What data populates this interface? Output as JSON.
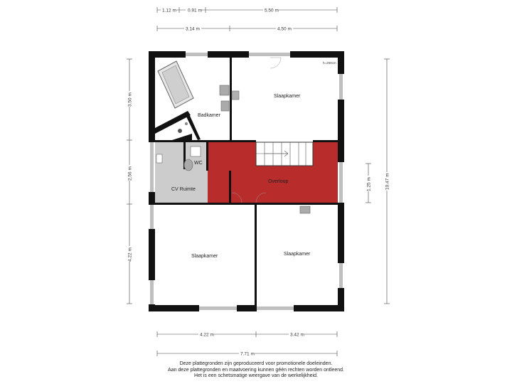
{
  "dimensions": {
    "top_row1": [
      "1.12 m",
      "0.91 m",
      "5.50 m"
    ],
    "top_row2": [
      "3.14 m",
      "4.50 m"
    ],
    "left": [
      "3.50 m",
      "2.56 m",
      "4.22 m"
    ],
    "right_inner": "1.25 m",
    "right_outer": "10.47 m",
    "bottom_row1": [
      "4.22 m",
      "3.42 m"
    ],
    "bottom_row2": "7.71 m"
  },
  "rooms": {
    "badkamer": "Badkamer",
    "slaapkamer_top": "Slaapkamer",
    "wc": "WC",
    "cv": "CV Ruimte",
    "overloop": "Overloop",
    "slaapkamer_bottom_left": "Slaapkamer",
    "slaapkamer_bottom_right": "Slaapkamer"
  },
  "ceiling_height": "h=260cm",
  "colors": {
    "overloop": "#b92c2c",
    "cv_ruimte": "#cccccc",
    "wall": "#111111",
    "window": "#bfbfbf"
  },
  "disclaimer": [
    "Deze plattegronden zijn geproduceerd voor promotionele doeleinden.",
    "Aan deze plattegronden en maatvoering kunnen géén rechten worden ontleend.",
    "Het is een schetsmatige weergave van de werkelijkheid."
  ]
}
